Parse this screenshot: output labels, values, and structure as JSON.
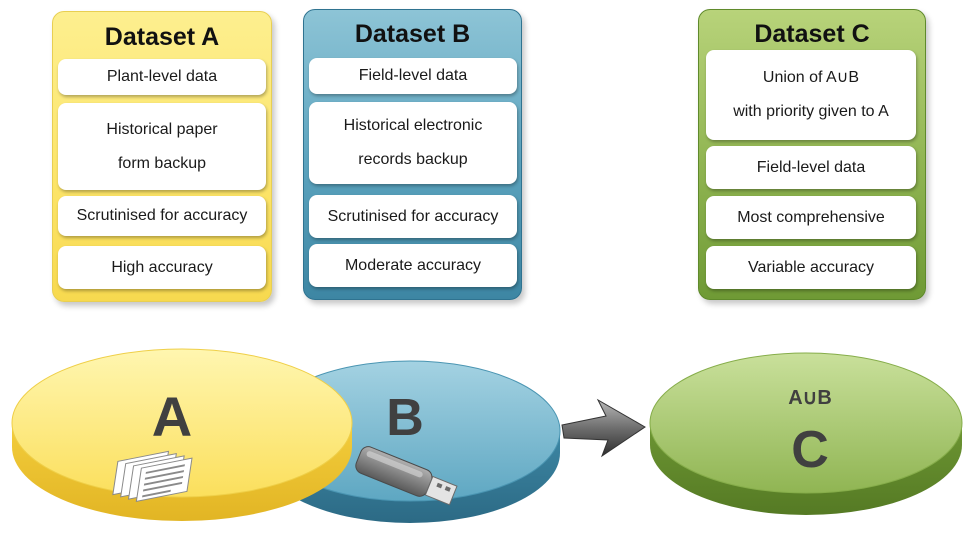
{
  "datasets": {
    "a": {
      "title": "Dataset A",
      "items": [
        "Plant-level data",
        "Historical paper form backup",
        "Scrutinised for accuracy",
        "High accuracy"
      ],
      "item_lines": [
        [
          "Plant-level data"
        ],
        [
          "Historical paper",
          "form backup"
        ],
        [
          "Scrutinised for accuracy"
        ],
        [
          "High accuracy"
        ]
      ]
    },
    "b": {
      "title": "Dataset B",
      "items": [
        "Field-level data",
        "Historical electronic records backup",
        "Scrutinised for accuracy",
        "Moderate accuracy"
      ],
      "item_lines": [
        [
          "Field-level data"
        ],
        [
          "Historical electronic",
          "records backup"
        ],
        [
          "Scrutinised for accuracy"
        ],
        [
          "Moderate accuracy"
        ]
      ]
    },
    "c": {
      "title": "Dataset C",
      "items": [
        "Union of A∪B with priority given to A",
        "Field-level data",
        "Most comprehensive",
        "Variable accuracy"
      ],
      "item_lines": [
        [
          "Union of A∪B",
          "with priority given to A"
        ],
        [
          "Field-level data"
        ],
        [
          "Most comprehensive"
        ],
        [
          "Variable accuracy"
        ]
      ]
    }
  },
  "discs": {
    "a_label": "A",
    "b_label": "B",
    "c_union_label": "A∪B",
    "c_label": "C",
    "a_icon": "paper-documents-icon",
    "b_icon": "usb-drive-icon",
    "arrow_icon": "right-arrow-icon"
  },
  "colors": {
    "yellow": "#fce468",
    "blue": "#5aa2bd",
    "green": "#8fb451",
    "letter": "#404040"
  }
}
